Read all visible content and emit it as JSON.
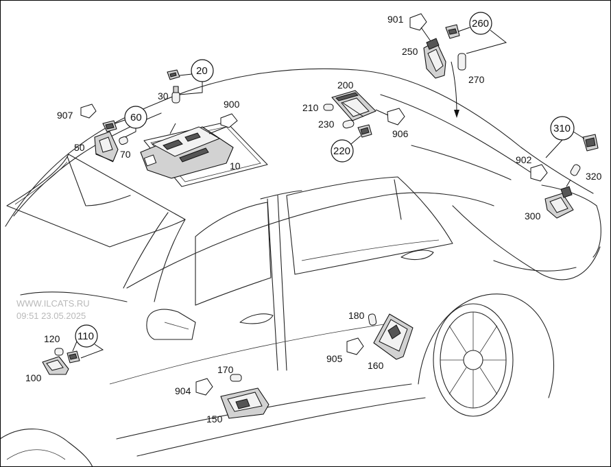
{
  "watermark": {
    "site": "WWW.ILCATS.RU",
    "timestamp": "09:51 23.05.2025"
  },
  "callouts": {
    "p10": "10",
    "p20": "20",
    "p30": "30",
    "p50": "50",
    "p60": "60",
    "p70": "70",
    "p100": "100",
    "p110": "110",
    "p120": "120",
    "p150": "150",
    "p160": "160",
    "p170": "170",
    "p180": "180",
    "p200": "200",
    "p210": "210",
    "p220": "220",
    "p230": "230",
    "p250": "250",
    "p260": "260",
    "p270": "270",
    "p300": "300",
    "p310": "310",
    "p320": "320",
    "p900": "900",
    "p901": "901",
    "p902": "902",
    "p904": "904",
    "p905": "905",
    "p906": "906",
    "p907": "907"
  }
}
